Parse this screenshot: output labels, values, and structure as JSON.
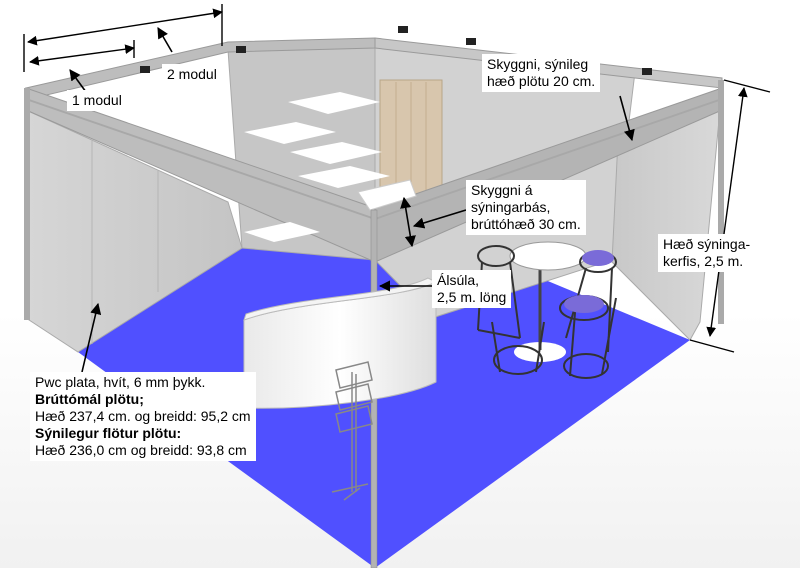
{
  "labels": {
    "module1": "1 modul",
    "module2": "2 modul",
    "fascia_line1": "Skyggni, sýnileg",
    "fascia_line2": "hæð plötu 20 cm.",
    "canopy_line1": "Skyggni á",
    "canopy_line2": "sýningarbás,",
    "canopy_line3": "brúttóhæð 30 cm.",
    "height_line1": "Hæð sýninga-",
    "height_line2": "kerfis, 2,5 m.",
    "post_line1": "Álsúla,",
    "post_line2": "2,5 m. löng",
    "panel_line1": "Pwc plata, hvít, 6 mm þykk.",
    "panel_line2": "Brúttómál plötu;",
    "panel_line3": "Hæð 237,4 cm. og breidd: 95,2 cm",
    "panel_line4": "Sýnilegur flötur plötu:",
    "panel_line5": "Hæð 236,0 cm og breidd: 93,8 cm"
  },
  "colors": {
    "floor": "#5050ff",
    "wall": "#cfcfcf",
    "frame": "#bdbdbd",
    "curtain": "#d8c6ad"
  }
}
